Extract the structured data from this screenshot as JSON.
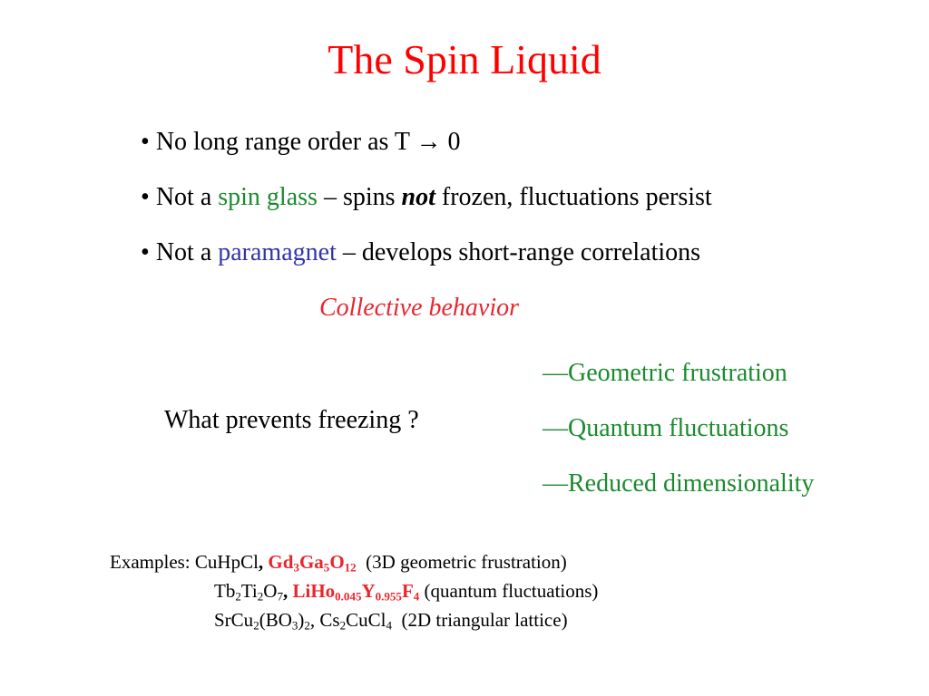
{
  "slide": {
    "title": "The Spin Liquid",
    "bullets": [
      {
        "mark": "•",
        "text": "No long range order as T → 0"
      },
      {
        "mark": "•",
        "pre": "Not a ",
        "highlight": "spin glass",
        "mid": " – spins ",
        "emphasis": "not",
        "post": " frozen, fluctuations persist"
      },
      {
        "mark": "•",
        "pre": "Not a ",
        "highlight": "paramagnet",
        "post": " – develops short-range correlations"
      }
    ],
    "collective": "Collective behavior",
    "question": "What prevents freezing ?",
    "reasons": [
      "—Geometric frustration",
      "—Quantum fluctuations",
      "—Reduced dimensionality"
    ],
    "examples": {
      "label": "Examples: ",
      "line1": {
        "c1": {
          "p": [
            "CuHpCl"
          ]
        },
        "sep": ", ",
        "c2": {
          "p": [
            "Gd",
            "Ga",
            "O"
          ],
          "s": [
            "3",
            "5",
            "12"
          ]
        },
        "note": "(3D geometric frustration)"
      },
      "line2": {
        "c1": {
          "p": [
            "Tb",
            "Ti",
            "O"
          ],
          "s": [
            "2",
            "2",
            "7"
          ]
        },
        "sep": ", ",
        "c2": {
          "p": [
            "LiHo",
            "Y",
            "F"
          ],
          "s": [
            "0.045",
            "0.955",
            "4"
          ]
        },
        "note": "(quantum fluctuations)"
      },
      "line3": {
        "c1": {
          "p": [
            "SrCu",
            "(BO",
            ")"
          ],
          "s": [
            "2",
            "3",
            "2"
          ]
        },
        "sep": ", ",
        "c2": {
          "p": [
            "Cs",
            "CuCl"
          ],
          "s": [
            "2",
            "4"
          ]
        },
        "note": "(2D triangular lattice)"
      }
    },
    "colors": {
      "title": "#ff0000",
      "green": "#1a8a2e",
      "blue": "#3333aa",
      "red": "#e8262e"
    }
  }
}
